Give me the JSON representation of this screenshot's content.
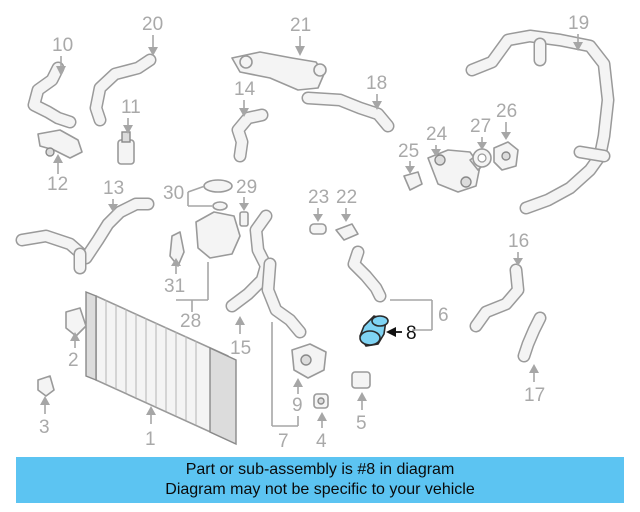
{
  "callouts": {
    "c1": "1",
    "c2": "2",
    "c3": "3",
    "c4": "4",
    "c5": "5",
    "c6": "6",
    "c7": "7",
    "c8": "8",
    "c9": "9",
    "c10": "10",
    "c11": "11",
    "c12": "12",
    "c13": "13",
    "c14": "14",
    "c15": "15",
    "c16": "16",
    "c17": "17",
    "c18": "18",
    "c19": "19",
    "c20": "20",
    "c21": "21",
    "c22": "22",
    "c23": "23",
    "c24": "24",
    "c25": "25",
    "c26": "26",
    "c27": "27",
    "c28": "28",
    "c29": "29",
    "c30": "30",
    "c31": "31"
  },
  "highlight": {
    "part_number": "8",
    "color": "#7fd3f3"
  },
  "caption": {
    "line1": "Part or sub-assembly is #8 in diagram",
    "line2": "Diagram may not be specific to your vehicle",
    "background": "#5cc4f2"
  }
}
